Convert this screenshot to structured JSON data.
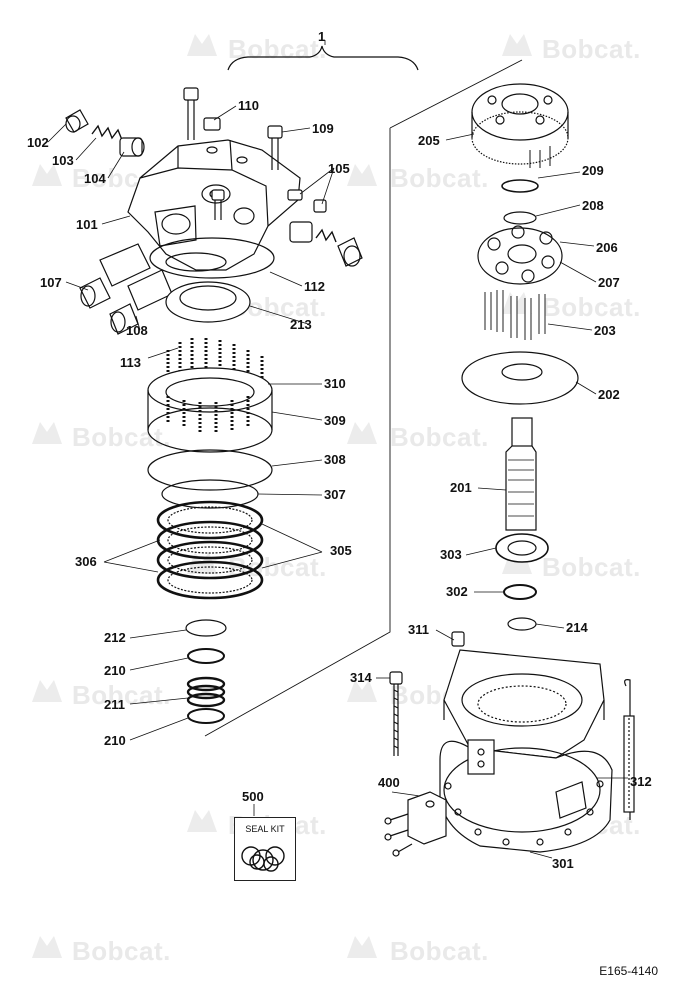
{
  "watermark": {
    "brand": "Bobcat."
  },
  "diagram": {
    "document_code": "E165-4140",
    "seal_kit_label": "SEAL KIT",
    "callouts": {
      "c1": "1",
      "c101": "101",
      "c102": "102",
      "c103": "103",
      "c104": "104",
      "c105": "105",
      "c107": "107",
      "c108": "108",
      "c109": "109",
      "c110": "110",
      "c112": "112",
      "c113": "113",
      "c201": "201",
      "c202": "202",
      "c203": "203",
      "c205": "205",
      "c206": "206",
      "c207": "207",
      "c208": "208",
      "c209": "209",
      "c210a": "210",
      "c210b": "210",
      "c211": "211",
      "c212": "212",
      "c213": "213",
      "c214": "214",
      "c301": "301",
      "c302": "302",
      "c303": "303",
      "c305": "305",
      "c306": "306",
      "c307": "307",
      "c308": "308",
      "c309": "309",
      "c310": "310",
      "c311": "311",
      "c312": "312",
      "c314": "314",
      "c400": "400",
      "c500": "500"
    }
  }
}
